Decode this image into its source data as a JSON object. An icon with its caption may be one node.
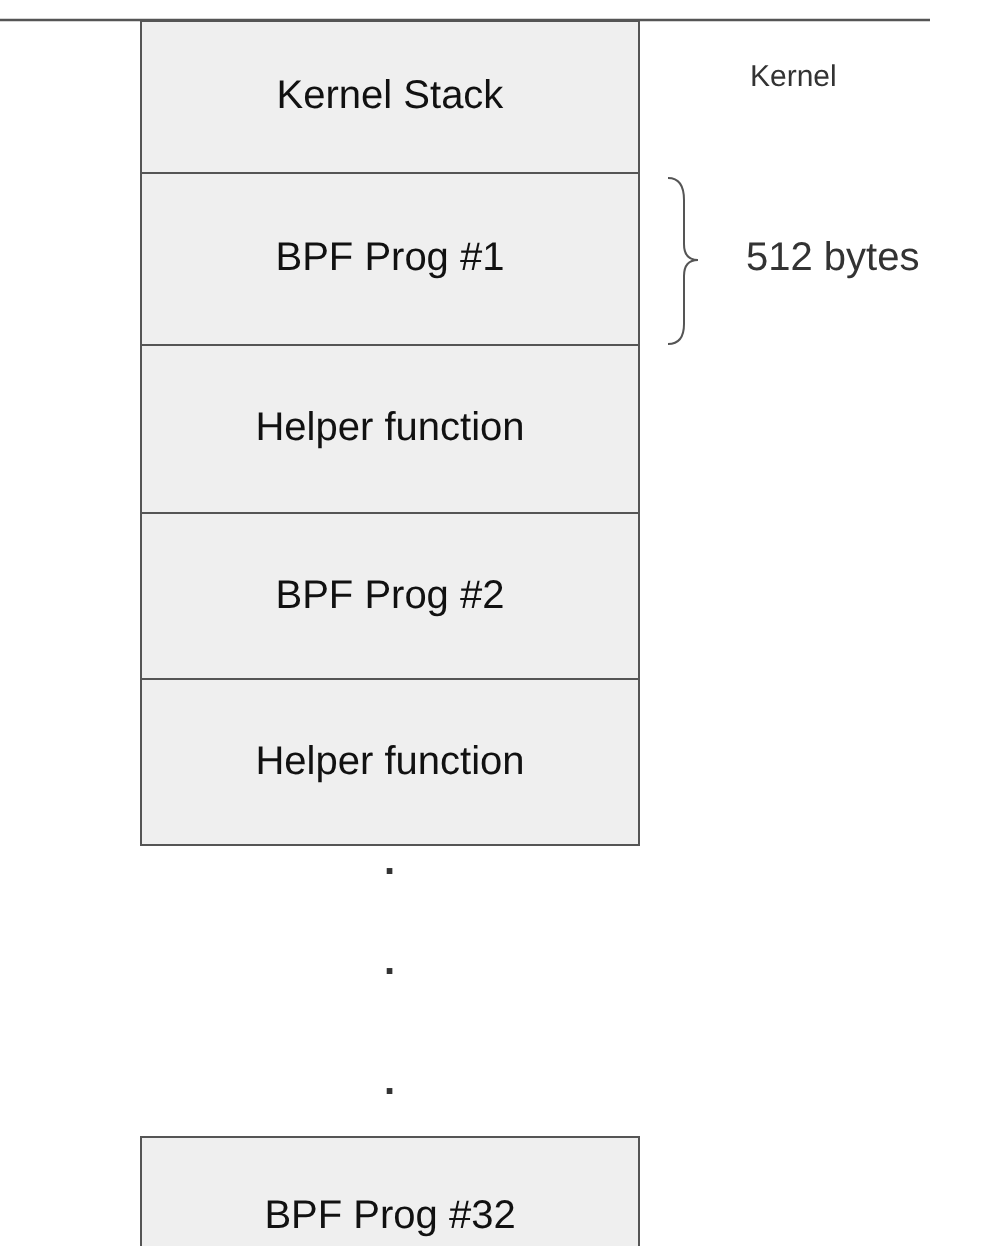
{
  "diagram": {
    "nodes": [
      {
        "text": [
          "Kernel Stack"
        ]
      },
      {
        "text": [
          "BPF Prog #1"
        ]
      },
      {
        "text": [
          "Helper function"
        ]
      },
      {
        "text": [
          "BPF Prog #2"
        ]
      },
      {
        "text": [
          "Helper function"
        ]
      },
      {
        "text": [
          "BPF Prog #32"
        ]
      }
    ],
    "labels": [
      "Kernel",
      "512 bytes",
      ".",
      ".",
      "."
    ]
  }
}
